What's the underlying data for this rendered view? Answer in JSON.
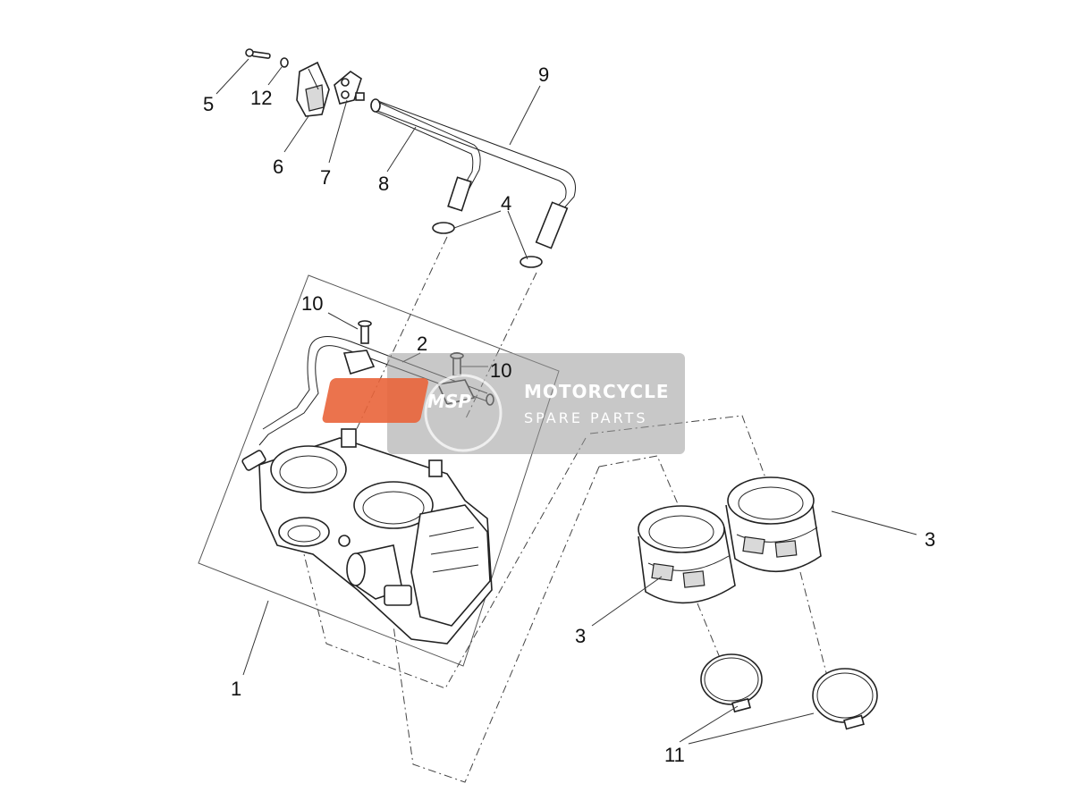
{
  "callouts": [
    {
      "id": "1",
      "text": "1"
    },
    {
      "id": "2",
      "text": "2"
    },
    {
      "id": "3a",
      "text": "3"
    },
    {
      "id": "3b",
      "text": "3"
    },
    {
      "id": "4",
      "text": "4"
    },
    {
      "id": "5",
      "text": "5"
    },
    {
      "id": "6",
      "text": "6"
    },
    {
      "id": "7",
      "text": "7"
    },
    {
      "id": "8",
      "text": "8"
    },
    {
      "id": "9",
      "text": "9"
    },
    {
      "id": "10a",
      "text": "10"
    },
    {
      "id": "10b",
      "text": "10"
    },
    {
      "id": "11",
      "text": "11"
    },
    {
      "id": "12",
      "text": "12"
    }
  ],
  "watermark": {
    "title": "MOTORCYCLE",
    "subtitle": "SPARE PARTS",
    "logo_text": "MSP"
  },
  "colors": {
    "watermark_bg": "#9a9a9a",
    "logo_accent": "#e9643a",
    "line": "#222222"
  }
}
